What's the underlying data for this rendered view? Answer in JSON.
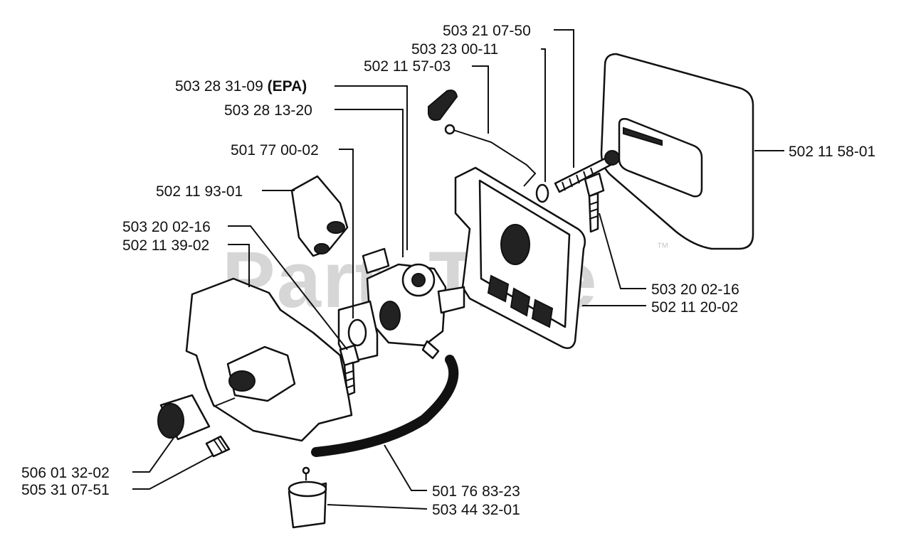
{
  "watermark": {
    "text": "PartsTree",
    "trademark": "™"
  },
  "parts": [
    {
      "id": "p1",
      "number": "503 21 07-50"
    },
    {
      "id": "p2",
      "number": "503 23 00-11"
    },
    {
      "id": "p3",
      "number": "502 11 57-03"
    },
    {
      "id": "p4",
      "number": "503 28 31-09",
      "suffix": "(EPA)"
    },
    {
      "id": "p5",
      "number": "503 28 13-20"
    },
    {
      "id": "p6",
      "number": "501 77 00-02"
    },
    {
      "id": "p7",
      "number": "502 11 93-01"
    },
    {
      "id": "p8",
      "number": "503 20 02-16"
    },
    {
      "id": "p9",
      "number": "502 11 39-02"
    },
    {
      "id": "p10",
      "number": "502 11 58-01"
    },
    {
      "id": "p11",
      "number": "503 20 02-16"
    },
    {
      "id": "p12",
      "number": "502 11 20-02"
    },
    {
      "id": "p13",
      "number": "506 01 32-02"
    },
    {
      "id": "p14",
      "number": "505 31 07-51"
    },
    {
      "id": "p15",
      "number": "501 76 83-23"
    },
    {
      "id": "p16",
      "number": "503 44 32-01"
    }
  ]
}
